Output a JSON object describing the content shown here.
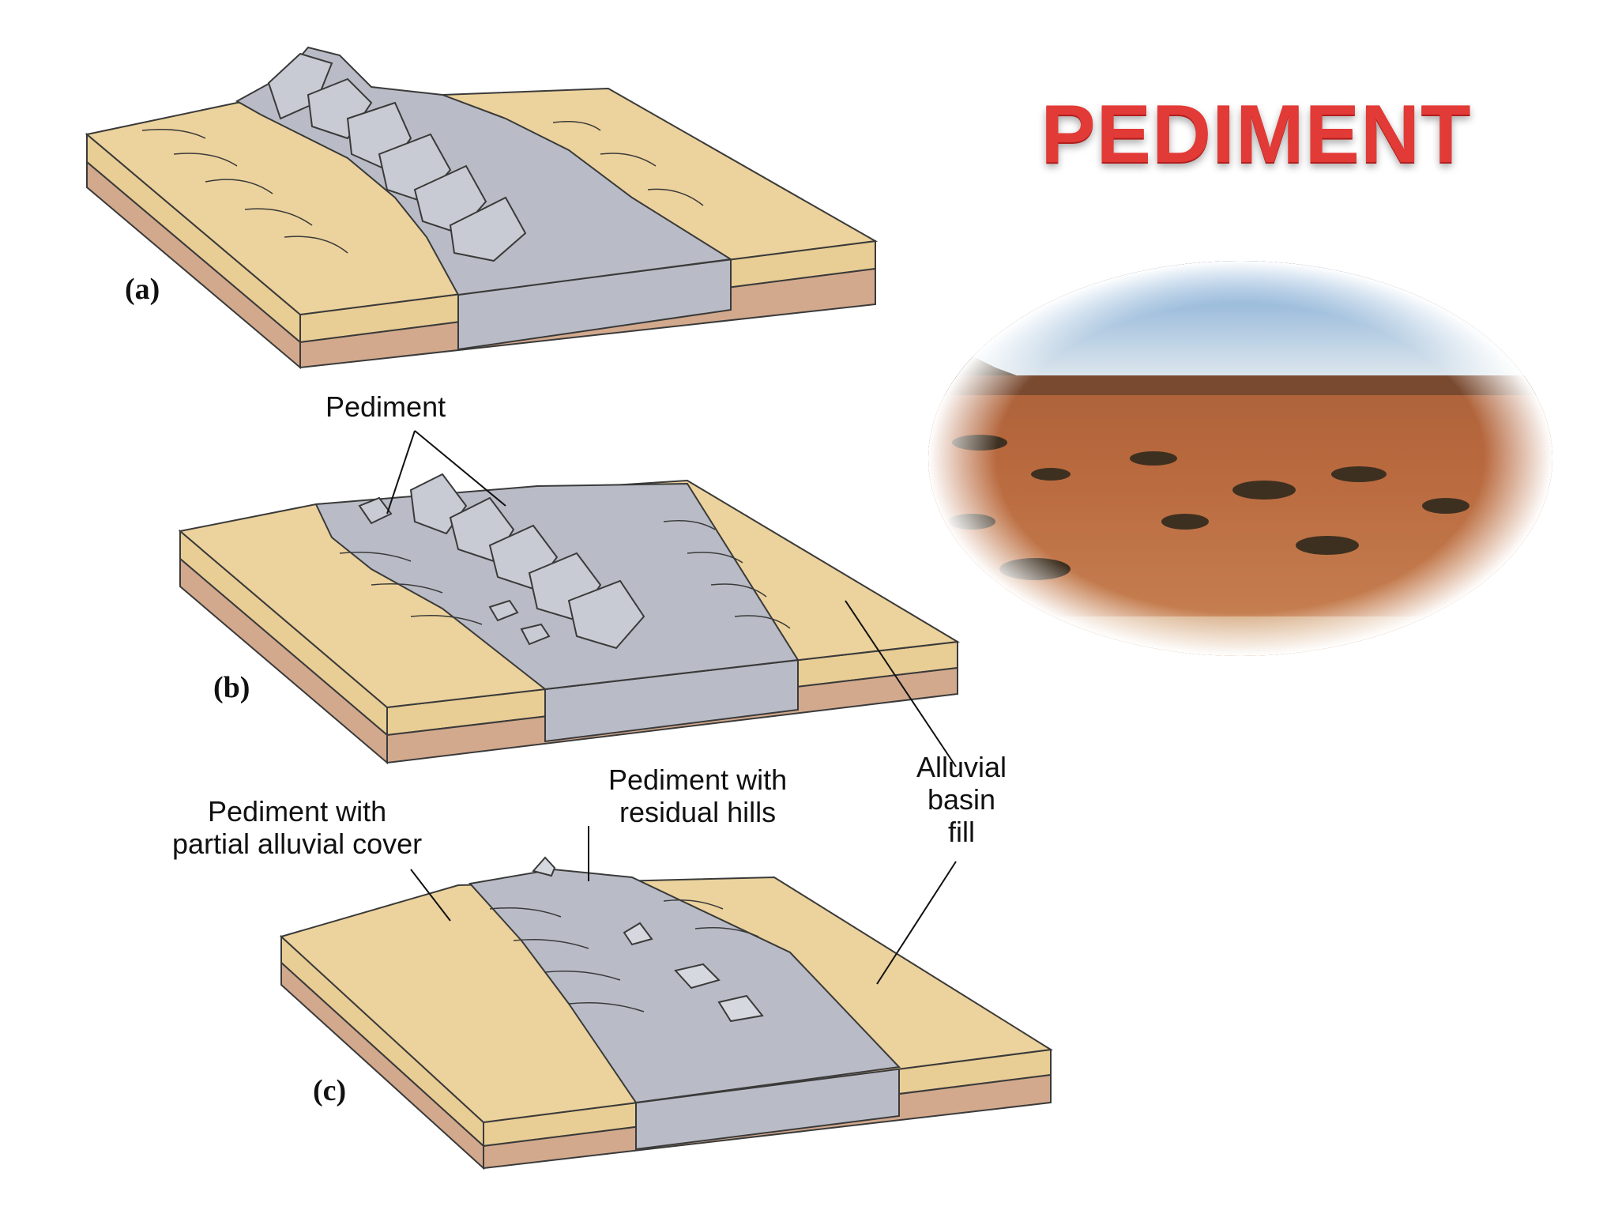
{
  "title": "PEDIMENT",
  "panels": [
    {
      "id": "a",
      "label": "(a)"
    },
    {
      "id": "b",
      "label": "(b)"
    },
    {
      "id": "c",
      "label": "(c)"
    }
  ],
  "labels": {
    "pediment": "Pediment",
    "pediment_residual": "Pediment with\nresidual hills",
    "pediment_partial": "Pediment with\npartial alluvial cover",
    "alluvial_fill": "Alluvial\nbasin\nfill"
  },
  "colors": {
    "sand": "#ecd29c",
    "sand_side": "#e5c990",
    "clay_layer": "#cfa489",
    "rock": "#b9bcc6",
    "rock_dark": "#9ea2ad",
    "outline": "#3a3a3a",
    "title": "#e23a36",
    "sky": "#8fb6d9",
    "desert": "#b5653a"
  }
}
